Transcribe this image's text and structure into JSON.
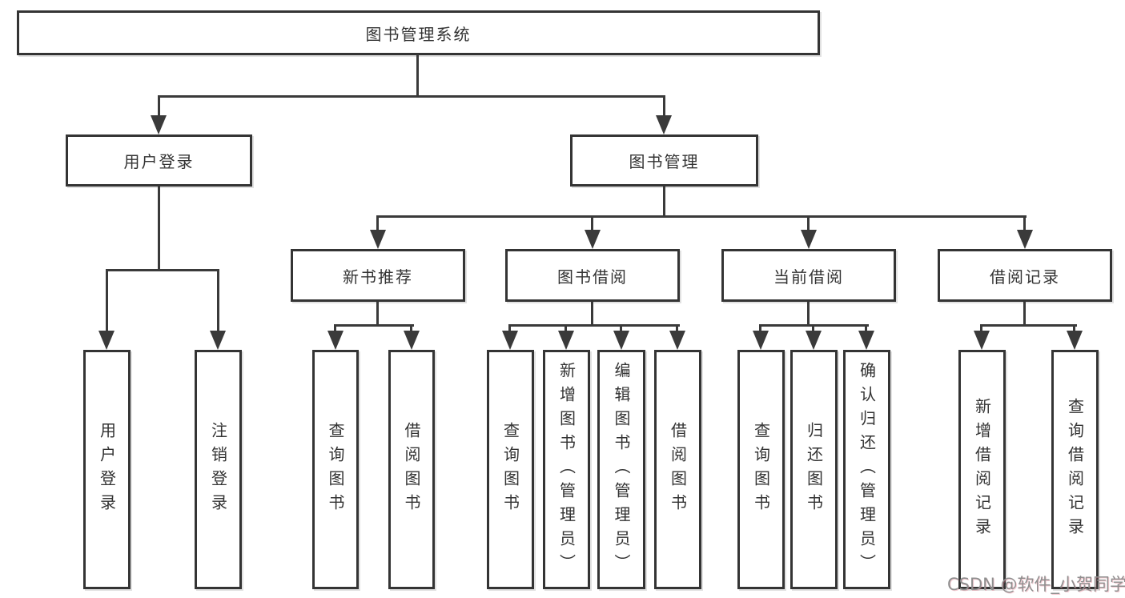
{
  "nodes": {
    "root": "图书管理系统",
    "userLogin": "用户登录",
    "bookMgmt": "图书管理",
    "newBooks": "新书推荐",
    "bookBorrow": "图书借阅",
    "currentBorrow": "当前借阅",
    "borrowRecords": "借阅记录"
  },
  "leaves": {
    "userLogin1": "用户登录",
    "userLogin2": "注销登录",
    "newBooks1": "查询图书",
    "newBooks2": "借阅图书",
    "bookBorrow1": "查询图书",
    "bookBorrow2": "新增图书（管理员）",
    "bookBorrow3": "编辑图书（管理员）",
    "bookBorrow4": "借阅图书",
    "currentBorrow1": "查询图书",
    "currentBorrow2": "归还图书",
    "currentBorrow3": "确认归还（管理员）",
    "borrowRecords1": "新增借阅记录",
    "borrowRecords2": "查询借阅记录"
  },
  "watermark": "CSDN @软件_小贺同学",
  "colors": {
    "line": "#3a3a3a",
    "border": "#343434",
    "text": "#333333",
    "watermark": "#8f8f8f"
  }
}
